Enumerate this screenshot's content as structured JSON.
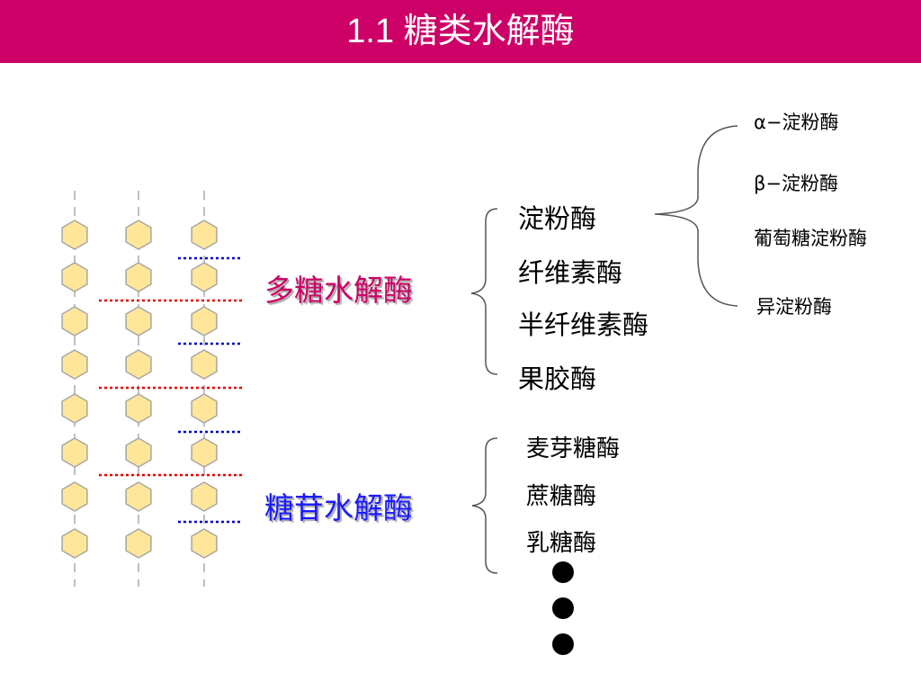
{
  "title": "1.1 糖类水解酶",
  "colors": {
    "title_bar": "#cc0066",
    "polysaccharide_label": "#cc0066",
    "glycoside_label": "#1a1aff",
    "hexagon_fill": "#ffe699",
    "hexagon_stroke": "#a6a6a6",
    "red_cut": "#e60000",
    "blue_cut": "#0000cc"
  },
  "categories": {
    "polysaccharide": "多糖水解酶",
    "glycoside": "糖苷水解酶"
  },
  "polysaccharide_enzymes": [
    "淀粉酶",
    "纤维素酶",
    "半纤维素酶",
    "果胶酶"
  ],
  "amylase_types": [
    "α−淀粉酶",
    "β−淀粉酶",
    "葡萄糖淀粉酶",
    "异淀粉酶"
  ],
  "glycoside_enzymes": [
    "麦芽糖酶",
    "蔗糖酶",
    "乳糖酶"
  ],
  "ellipsis_icon": "vertical-dots-icon"
}
